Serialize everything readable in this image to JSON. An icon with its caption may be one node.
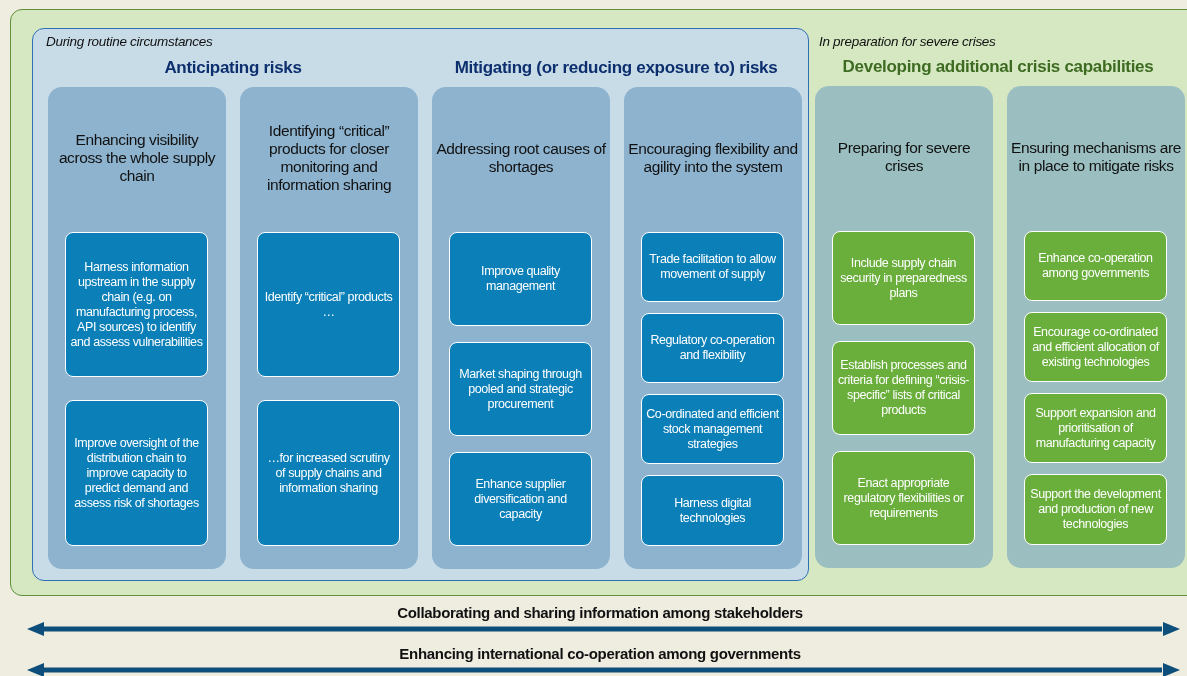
{
  "diagram": {
    "nodes": [
      {
        "text": [
          "In preparation for severe crises",
          "Developing additional crisis capabilities"
        ]
      },
      {
        "text": [
          "During routine circumstances",
          "Anticipating risks",
          "Mitigating (or reducing exposure to) risks"
        ],
        "in": 0
      },
      {
        "text": [
          "Enhancing visibility across the whole supply chain"
        ],
        "in": 1
      },
      {
        "text": [
          "Harness information upstream in the supply chain (e.g. on manufacturing process, API sources) to identify and assess vulnerabilities"
        ],
        "in": 2
      },
      {
        "text": [
          "Improve oversight of the distribution chain to improve capacity to predict demand and assess risk of shortages"
        ],
        "in": 2
      },
      {
        "text": [
          "Identifying “critical” products for closer monitoring and information sharing"
        ],
        "in": 1
      },
      {
        "text": [
          "Identify “critical” products …"
        ],
        "in": 5
      },
      {
        "text": [
          "…for increased scrutiny of supply chains and information sharing"
        ],
        "in": 5
      },
      {
        "text": [
          "Addressing root causes of shortages"
        ],
        "in": 1
      },
      {
        "text": [
          "Improve quality management"
        ],
        "in": 8
      },
      {
        "text": [
          "Market shaping through pooled and strategic procurement"
        ],
        "in": 8
      },
      {
        "text": [
          "Enhance supplier diversification and capacity"
        ],
        "in": 8
      },
      {
        "text": [
          "Encouraging flexibility and agility into the system"
        ],
        "in": 1
      },
      {
        "text": [
          "Trade facilitation to allow movement of supply"
        ],
        "in": 12
      },
      {
        "text": [
          "Regulatory co-operation and flexibility"
        ],
        "in": 12
      },
      {
        "text": [
          "Co-ordinated and efficient stock management strategies"
        ],
        "in": 12
      },
      {
        "text": [
          "Harness digital technologies"
        ],
        "in": 12
      },
      {
        "text": [
          "Preparing for severe crises"
        ],
        "in": 0
      },
      {
        "text": [
          "Include supply chain security in preparedness plans"
        ],
        "in": 17
      },
      {
        "text": [
          "Establish processes and criteria for defining “crisis-specific” lists of critical products"
        ],
        "in": 17
      },
      {
        "text": [
          "Enact appropriate regulatory flexibilities or requirements"
        ],
        "in": 17
      },
      {
        "text": [
          "Ensuring mechanisms are in place to mitigate risks"
        ],
        "in": 0
      },
      {
        "text": [
          "Enhance co-operation among governments"
        ],
        "in": 21
      },
      {
        "text": [
          "Encourage co-ordinated and efficient allocation of existing technologies"
        ],
        "in": 21
      },
      {
        "text": [
          "Support expansion and prioritisation of manufacturing capacity"
        ],
        "in": 21
      },
      {
        "text": [
          "Support the development and production of new technologies"
        ],
        "in": 21
      }
    ],
    "edges": [],
    "labels": [
      "Collaborating and sharing information among stakeholders",
      "Enhancing international co-operation among governments"
    ]
  }
}
